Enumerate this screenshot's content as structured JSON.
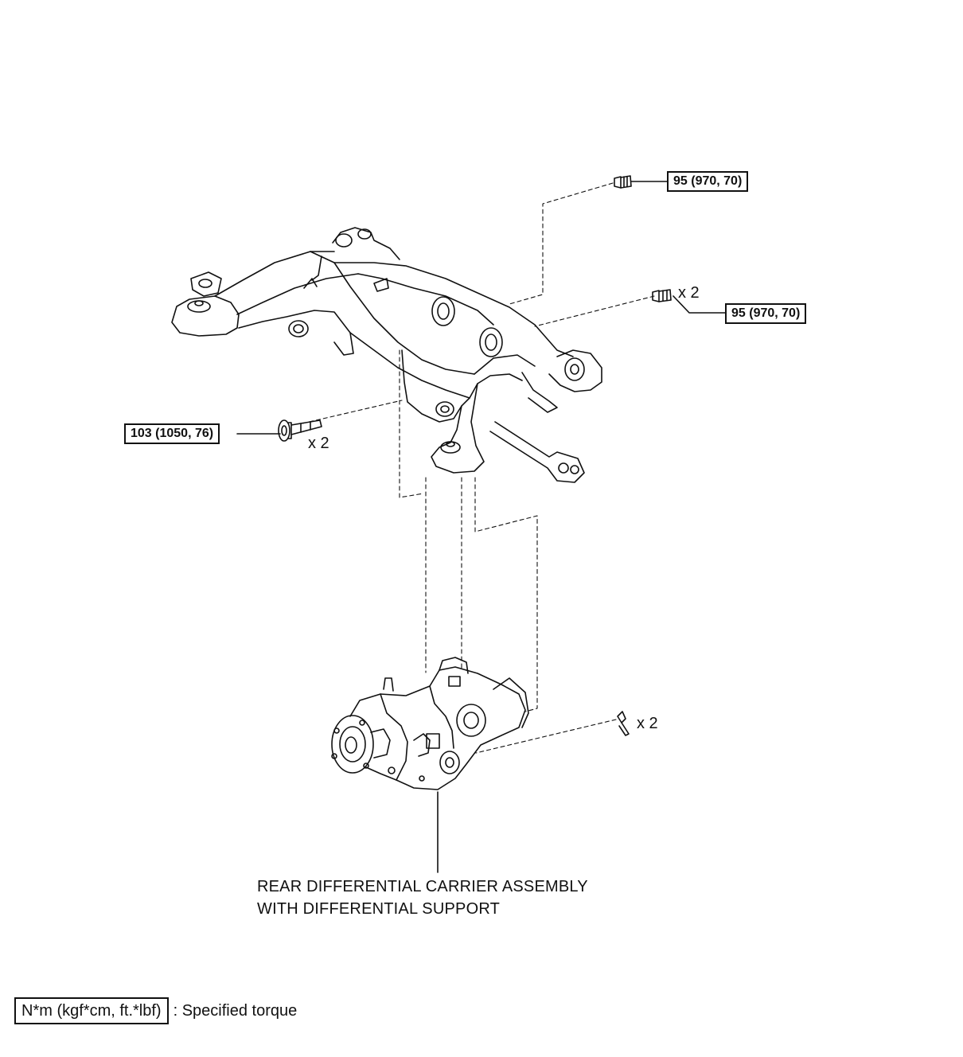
{
  "callouts": {
    "top_bolt": {
      "torque": "95 (970, 70)"
    },
    "side_bolt": {
      "torque": "95 (970, 70)",
      "quantity": "x 2"
    },
    "front_bolt": {
      "torque": "103 (1050, 76)",
      "quantity": "x 2"
    },
    "nut": {
      "quantity": "x 2"
    }
  },
  "part_label": {
    "line1": "REAR DIFFERENTIAL CARRIER ASSEMBLY",
    "line2": "WITH DIFFERENTIAL SUPPORT"
  },
  "legend": {
    "unit_box": "N*m (kgf*cm, ft.*lbf)",
    "description": ": Specified torque"
  }
}
